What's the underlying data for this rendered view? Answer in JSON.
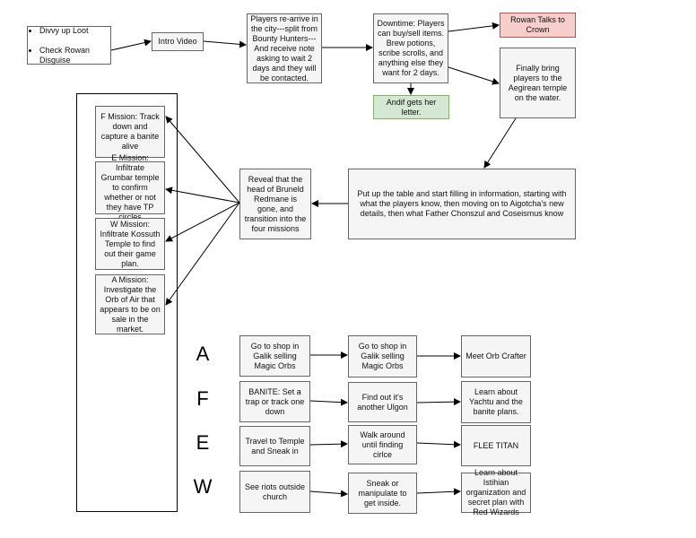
{
  "nodes": {
    "loot": {
      "items": [
        "Divvy up Loot",
        "Check Rowan Disguise"
      ]
    },
    "intro": "Intro Video",
    "rearrive": "Players re-arrive in the city---split from Bounty Hunters--- And receive note asking to wait 2 days and they will be contacted.",
    "downtime": "Downtime: Players can buy/sell items. Brew potions, scribe scrolls, and anything else they want for 2 days.",
    "rowan": "Rowan Talks to Crown",
    "andif": "Andif gets her letter.",
    "finally": "Finally bring players to the Aegirean temple on the water.",
    "table": "Put up the table and start filling in information, starting with what the players know, then moving on to Aigotcha's new details, then what Father Chonszul and Coseismus know",
    "reveal": "Reveal that the head of Bruneld Redmane is gone, and transition into the four missions",
    "f_mission": "F Mission: Track down and capture a banite alive",
    "e_mission": "E Mission: Infiltrate Grumbar temple to confirm whether or not they have TP circles",
    "w_mission": "W Mission: Infiltrate Kossuth Temple to find out their game plan.",
    "a_mission": "A Mission: Investigate the Orb of Air that appears to be on sale in the market."
  },
  "tracks": [
    {
      "letter": "A",
      "steps": [
        "Go to shop in Galik selling Magic Orbs",
        "Go to shop in Galik selling Magic Orbs",
        "Meet Orb Crafter"
      ]
    },
    {
      "letter": "F",
      "steps": [
        "BANITE: Set a trap or track one down",
        "Find out it's another Ulgon",
        "Learn about Yachtu and the banite plans."
      ]
    },
    {
      "letter": "E",
      "steps": [
        "Travel to Temple and Sneak in",
        "Walk around until finding cirlce",
        "FLEE TITAN"
      ]
    },
    {
      "letter": "W",
      "steps": [
        "See riots outside church",
        "Sneak or manipulate to get inside.",
        "Learn about Istihian organization and secret plan with Red Wizards"
      ]
    }
  ]
}
